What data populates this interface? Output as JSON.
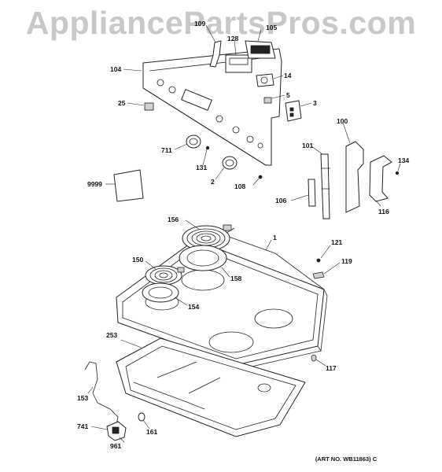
{
  "watermark": "AppliancePartsPros.com",
  "art_number": "(ART NO. WB11863) C",
  "callouts": {
    "c104": "104",
    "c109": "109",
    "c128": "128",
    "c105": "105",
    "c14": "14",
    "c5": "5",
    "c3": "3",
    "c25": "25",
    "c711": "711",
    "c131": "131",
    "c2": "2",
    "c108": "108",
    "c9999": "9999",
    "c100": "100",
    "c101": "101",
    "c134": "134",
    "c106": "106",
    "c116": "116",
    "c156": "156",
    "c1": "1",
    "c150": "150",
    "c158": "158",
    "c154": "154",
    "c121": "121",
    "c119": "119",
    "c253": "253",
    "c117": "117",
    "c153": "153",
    "c741": "741",
    "c161": "161",
    "c961": "961"
  }
}
